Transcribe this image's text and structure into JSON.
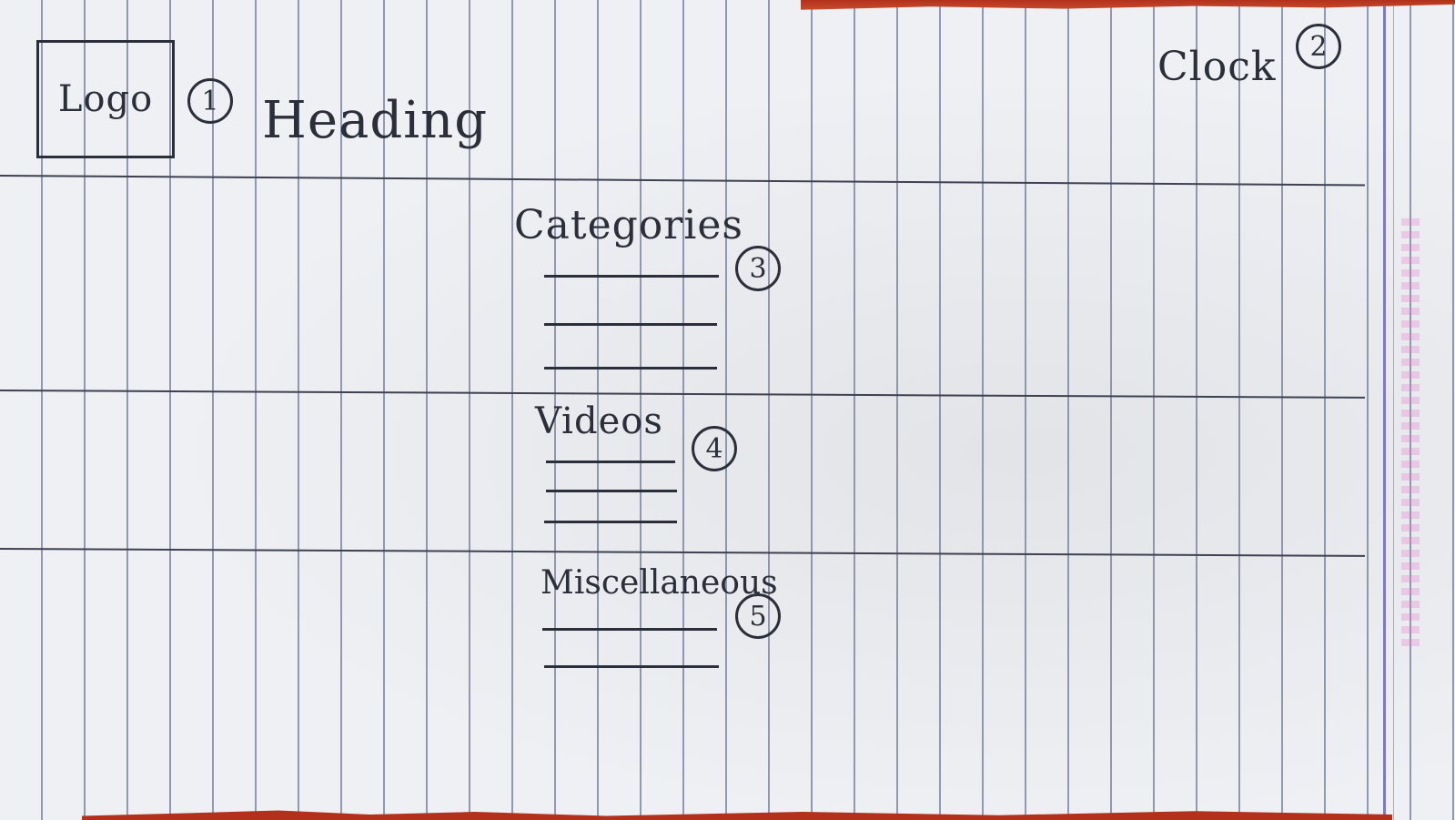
{
  "header": {
    "logo_label": "Logo",
    "logo_badge": "1",
    "heading": "Heading",
    "clock": "Clock",
    "clock_badge": "2"
  },
  "sections": [
    {
      "title": "Categories",
      "badge": "3"
    },
    {
      "title": "Videos",
      "badge": "4"
    },
    {
      "title": "Miscellaneous",
      "badge": "5"
    }
  ]
}
